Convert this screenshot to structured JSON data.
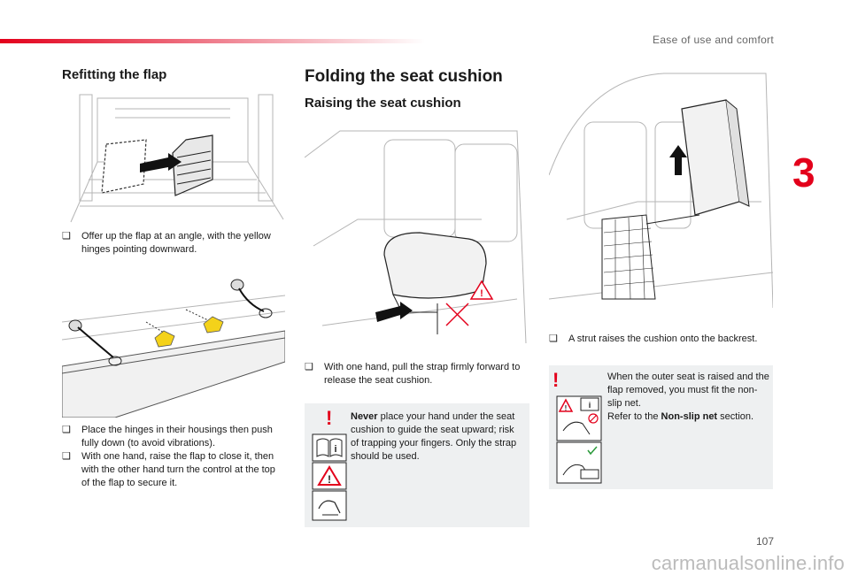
{
  "header": {
    "section_title": "Ease of use and comfort",
    "chapter_number": "3"
  },
  "left": {
    "heading": "Refitting the flap",
    "step1": "Offer up the flap at an angle, with the yellow hinges pointing downward.",
    "step2": "Place the hinges in their housings then push fully down (to avoid vibrations).",
    "step3": "With one hand, raise the flap to close it, then with the other hand turn the control at the top of the flap to secure it."
  },
  "middle": {
    "heading": "Folding the seat cushion",
    "subheading": "Raising the seat cushion",
    "step1": "With one hand, pull the strap firmly forward to release the seat cushion.",
    "warning_bold": "Never",
    "warning_text": " place your hand under the seat cushion to guide the seat upward; risk of trapping your fingers. Only the strap should be used."
  },
  "right": {
    "step1": "A strut raises the cushion onto the backrest.",
    "note_line1": "When the outer seat is raised and the flap removed, you must fit the non-slip net.",
    "note_ref_prefix": "Refer to the ",
    "note_ref_bold": "Non-slip net",
    "note_ref_suffix": " section."
  },
  "bullet_glyph": "❑",
  "page_number": "107",
  "watermark": "carmanualsonline.info",
  "colors": {
    "accent": "#e3001b",
    "warning_box": "#eef0f1",
    "hinge_yellow": "#f4d21a"
  }
}
